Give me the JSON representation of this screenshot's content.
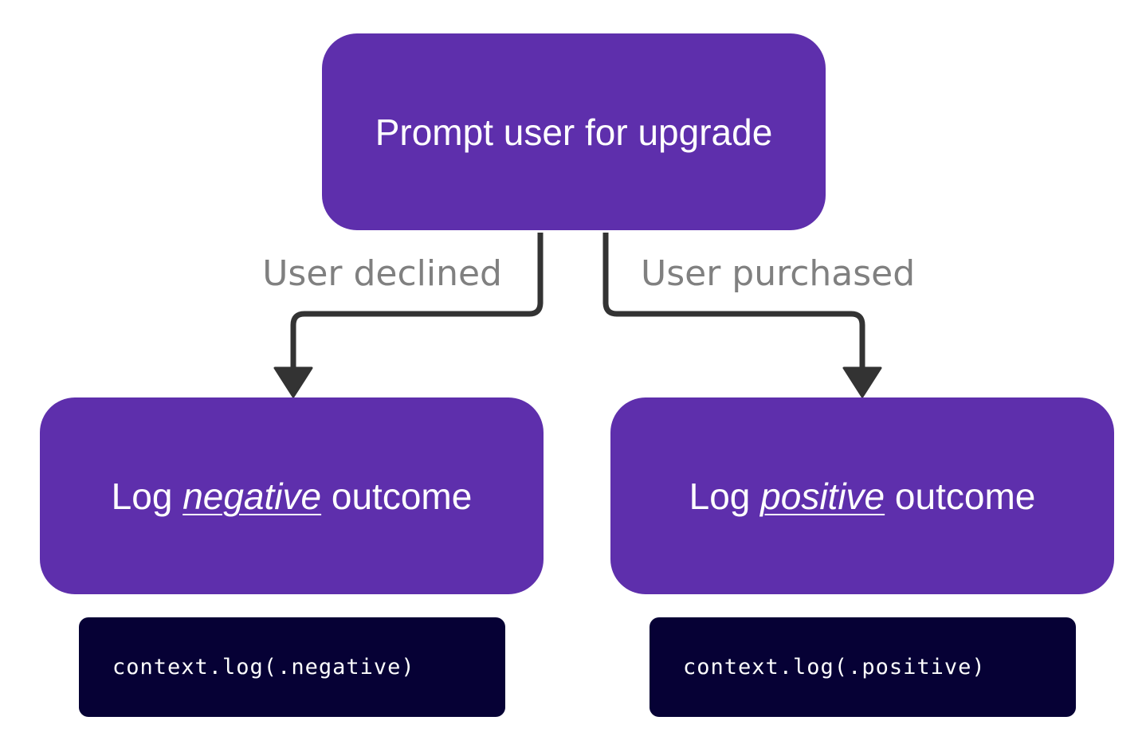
{
  "diagram": {
    "top_node": {
      "label": "Prompt user for upgrade"
    },
    "edges": {
      "declined_label": "User declined",
      "purchased_label": "User purchased"
    },
    "left_node": {
      "prefix": "Log",
      "emphasis": "negative",
      "suffix": "outcome",
      "code": "context.log(.negative)"
    },
    "right_node": {
      "prefix": "Log",
      "emphasis": "positive",
      "suffix": "outcome",
      "code": "context.log(.positive)"
    }
  },
  "colors": {
    "node_fill": "#5e2fac",
    "code_fill": "#060135",
    "connector": "#333333",
    "edge_label": "#808080",
    "text_light": "#ffffff"
  }
}
